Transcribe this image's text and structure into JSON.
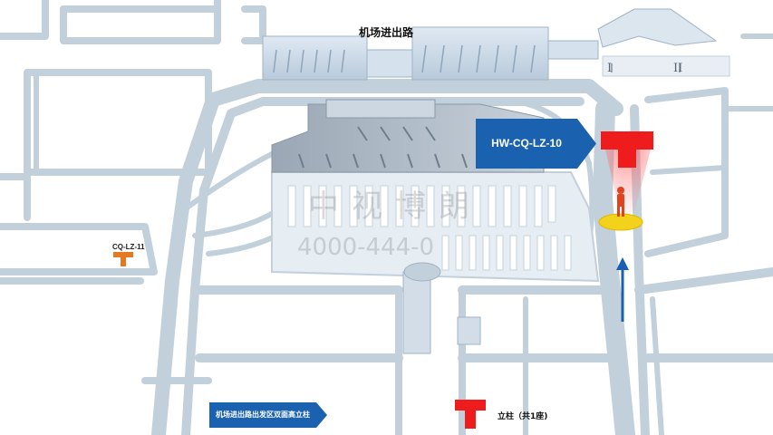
{
  "map": {
    "road_label": "机场进出路",
    "runway_left": "I",
    "runway_right": "II",
    "callout": {
      "code": "HW-CQ-LZ-10",
      "color": "#1a62b0"
    },
    "secondary_marker": {
      "code": "CQ-LZ-11",
      "color": "#e87722"
    },
    "pillar_color": "#ee1c1c",
    "direction_arrow_color": "#1a5fb4"
  },
  "watermark": {
    "brand": "中视博朗",
    "phone": "4000-444-0"
  },
  "legend": {
    "arrow_label": "机场进出路出发区双面高立柱",
    "arrow_color": "#1a62b0",
    "pillar_label": "立柱（共1座)",
    "pillar_color": "#ee1c1c"
  }
}
